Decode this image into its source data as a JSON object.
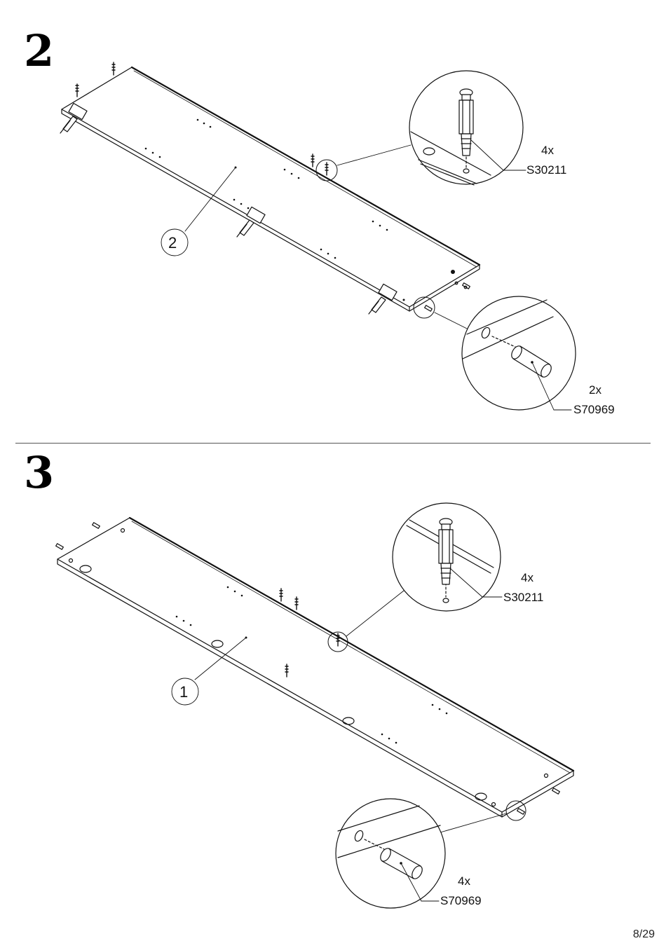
{
  "steps": [
    {
      "number": "2",
      "part_label": "2",
      "callouts": [
        {
          "qty": "4x",
          "code": "S30211"
        },
        {
          "qty": "2x",
          "code": "S70969"
        }
      ]
    },
    {
      "number": "3",
      "part_label": "1",
      "callouts": [
        {
          "qty": "4x",
          "code": "S30211"
        },
        {
          "qty": "4x",
          "code": "S70969"
        }
      ]
    }
  ],
  "page": "8/29"
}
